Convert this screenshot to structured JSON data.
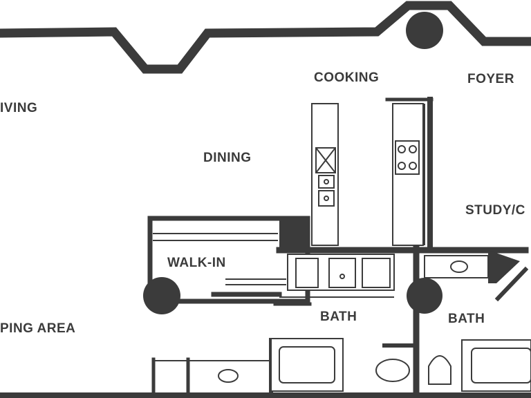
{
  "rooms": {
    "cooking": "COOKING",
    "foyer": "FOYER",
    "living": "IVING",
    "dining": "DINING",
    "study": "STUDY/C",
    "walk_in": "WALK-IN",
    "bath_left": "BATH",
    "bath_right": "BATH",
    "sleeping_area": "PING AREA"
  },
  "colors": {
    "wall": "#3b3b3b",
    "background": "#ffffff"
  }
}
